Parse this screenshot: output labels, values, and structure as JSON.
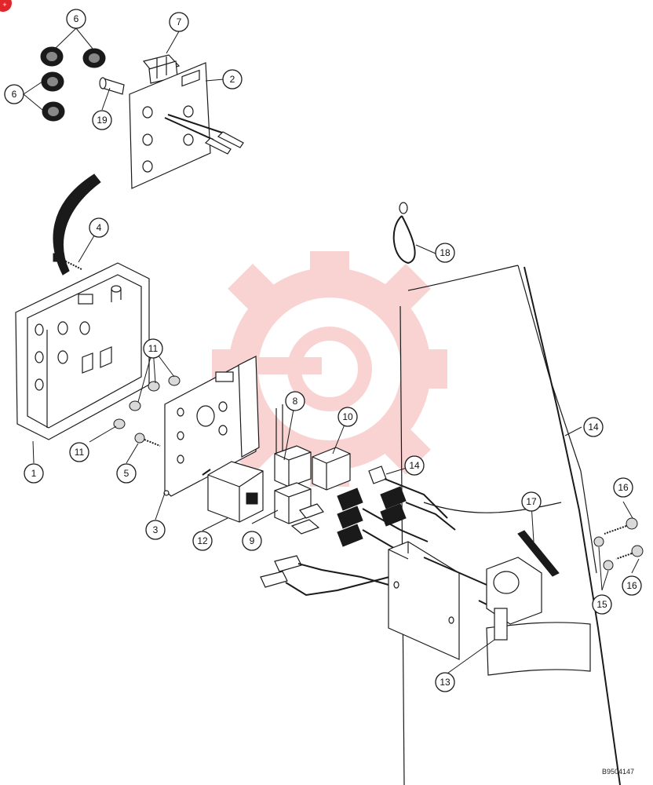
{
  "diagram": {
    "reference_code": "B9504147",
    "callouts": [
      {
        "id": "c1",
        "label": "1"
      },
      {
        "id": "c2",
        "label": "2"
      },
      {
        "id": "c3",
        "label": "3"
      },
      {
        "id": "c4",
        "label": "4"
      },
      {
        "id": "c5",
        "label": "5"
      },
      {
        "id": "c6a",
        "label": "6"
      },
      {
        "id": "c6b",
        "label": "6"
      },
      {
        "id": "c7",
        "label": "7"
      },
      {
        "id": "c8",
        "label": "8"
      },
      {
        "id": "c9",
        "label": "9"
      },
      {
        "id": "c10",
        "label": "10"
      },
      {
        "id": "c11a",
        "label": "11"
      },
      {
        "id": "c11b",
        "label": "11"
      },
      {
        "id": "c12",
        "label": "12"
      },
      {
        "id": "c13",
        "label": "13"
      },
      {
        "id": "c14a",
        "label": "14"
      },
      {
        "id": "c14b",
        "label": "14"
      },
      {
        "id": "c15",
        "label": "15"
      },
      {
        "id": "c16a",
        "label": "16"
      },
      {
        "id": "c16b",
        "label": "16"
      },
      {
        "id": "c17",
        "label": "17"
      },
      {
        "id": "c18",
        "label": "18"
      },
      {
        "id": "c19",
        "label": "19"
      }
    ]
  },
  "colors": {
    "ink": "#1a1a1a",
    "watermark": "#f4a6a6",
    "badge": "#e0262b"
  },
  "icons": {
    "watermark": "gear-watermark-logo",
    "corner": "corner-badge-icon"
  }
}
